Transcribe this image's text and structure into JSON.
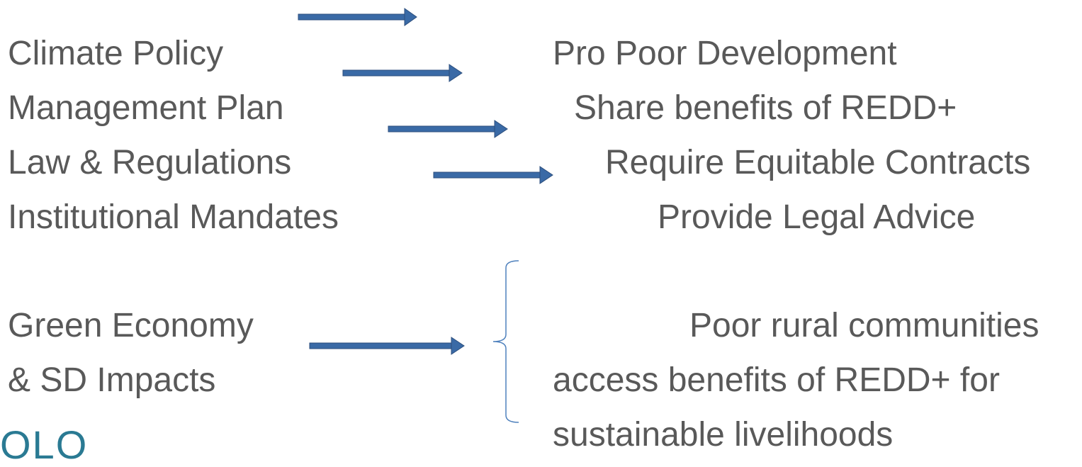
{
  "left_column": {
    "items": [
      "Climate Policy",
      "Management Plan",
      "Law & Regulations",
      "Institutional Mandates"
    ]
  },
  "right_column": {
    "items": [
      "Pro Poor Development",
      "Share benefits of REDD+",
      "Require Equitable Contracts",
      "Provide Legal Advice"
    ]
  },
  "bottom_left": {
    "line1": "Green Economy",
    "line2": "& SD Impacts"
  },
  "bottom_right": {
    "line1": "Poor rural communities",
    "line2": "access benefits of REDD+ for",
    "line3": "sustainable livelihoods"
  },
  "logo": {
    "text": "OLO"
  },
  "colors": {
    "text": "#595959",
    "arrow": "#3a6aa6",
    "arrow_border": "#2c4e7c",
    "brace": "#4f81bd",
    "logo": "#2a7a93"
  }
}
